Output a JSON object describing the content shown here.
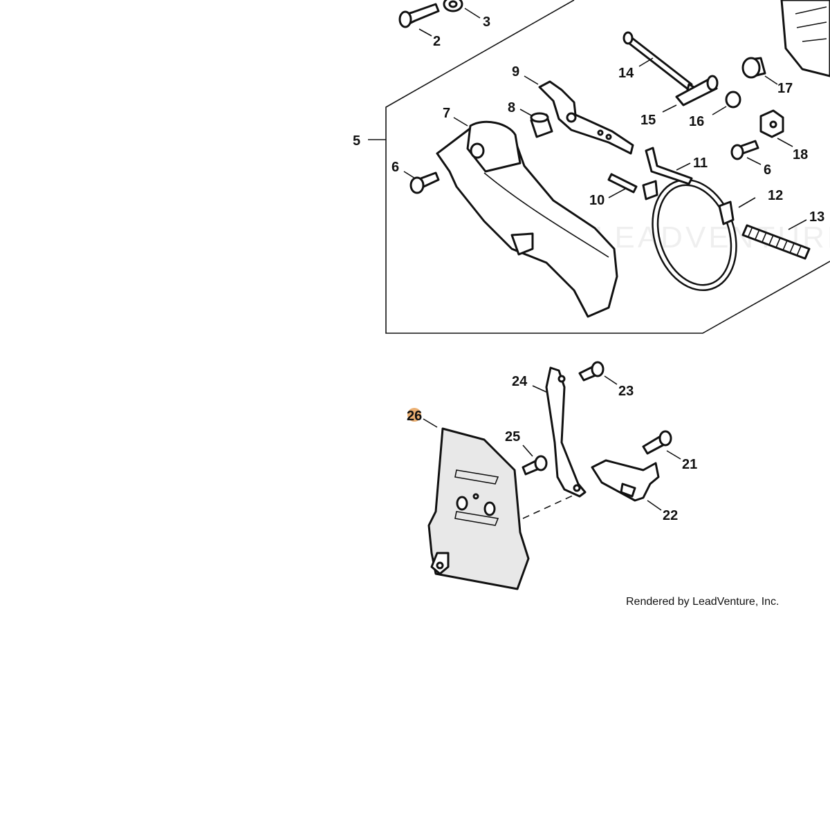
{
  "diagram": {
    "callouts": [
      {
        "id": "c2",
        "label": "2"
      },
      {
        "id": "c3",
        "label": "3"
      },
      {
        "id": "c5",
        "label": "5"
      },
      {
        "id": "c6a",
        "label": "6"
      },
      {
        "id": "c6b",
        "label": "6"
      },
      {
        "id": "c7",
        "label": "7"
      },
      {
        "id": "c8",
        "label": "8"
      },
      {
        "id": "c9",
        "label": "9"
      },
      {
        "id": "c10",
        "label": "10"
      },
      {
        "id": "c11",
        "label": "11"
      },
      {
        "id": "c12",
        "label": "12"
      },
      {
        "id": "c13",
        "label": "13"
      },
      {
        "id": "c14",
        "label": "14"
      },
      {
        "id": "c15",
        "label": "15"
      },
      {
        "id": "c16",
        "label": "16"
      },
      {
        "id": "c17",
        "label": "17"
      },
      {
        "id": "c18",
        "label": "18"
      },
      {
        "id": "c21",
        "label": "21"
      },
      {
        "id": "c22",
        "label": "22"
      },
      {
        "id": "c23",
        "label": "23"
      },
      {
        "id": "c24",
        "label": "24"
      },
      {
        "id": "c25",
        "label": "25"
      },
      {
        "id": "c26",
        "label": "26"
      }
    ],
    "highlight_color": "#e8a25a",
    "credit": "Rendered by LeadVenture, Inc.",
    "watermark": "LEADVENTURE"
  }
}
